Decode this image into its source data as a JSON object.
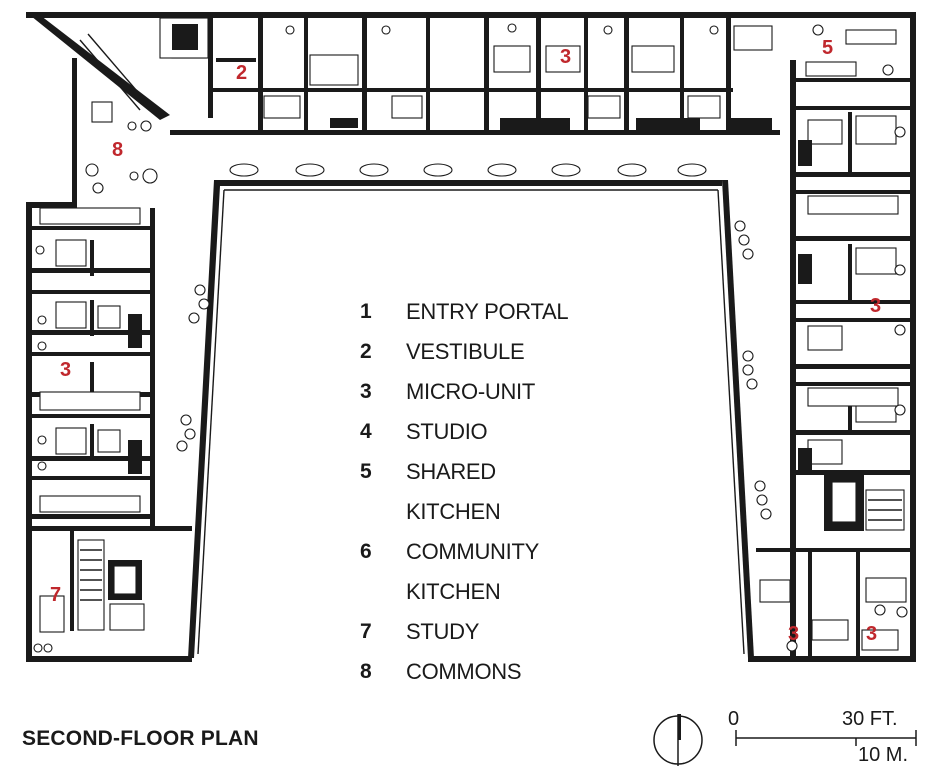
{
  "title": "SECOND-FLOOR PLAN",
  "legend": [
    {
      "num": "1",
      "label": "ENTRY PORTAL"
    },
    {
      "num": "2",
      "label": "VESTIBULE"
    },
    {
      "num": "3",
      "label": "MICRO-UNIT"
    },
    {
      "num": "4",
      "label": "STUDIO"
    },
    {
      "num": "5",
      "label": "SHARED KITCHEN"
    },
    {
      "num": "6",
      "label": "COMMUNITY KITCHEN"
    },
    {
      "num": "7",
      "label": "STUDY"
    },
    {
      "num": "8",
      "label": "COMMONS"
    }
  ],
  "plan_labels": [
    "2",
    "3",
    "5",
    "8",
    "3",
    "3",
    "7",
    "3",
    "3"
  ],
  "scale": {
    "zero": "0",
    "feet": "30 FT.",
    "meters": "10 M."
  },
  "colors": {
    "label_red": "#c0282d",
    "ink": "#1a1a1a"
  }
}
